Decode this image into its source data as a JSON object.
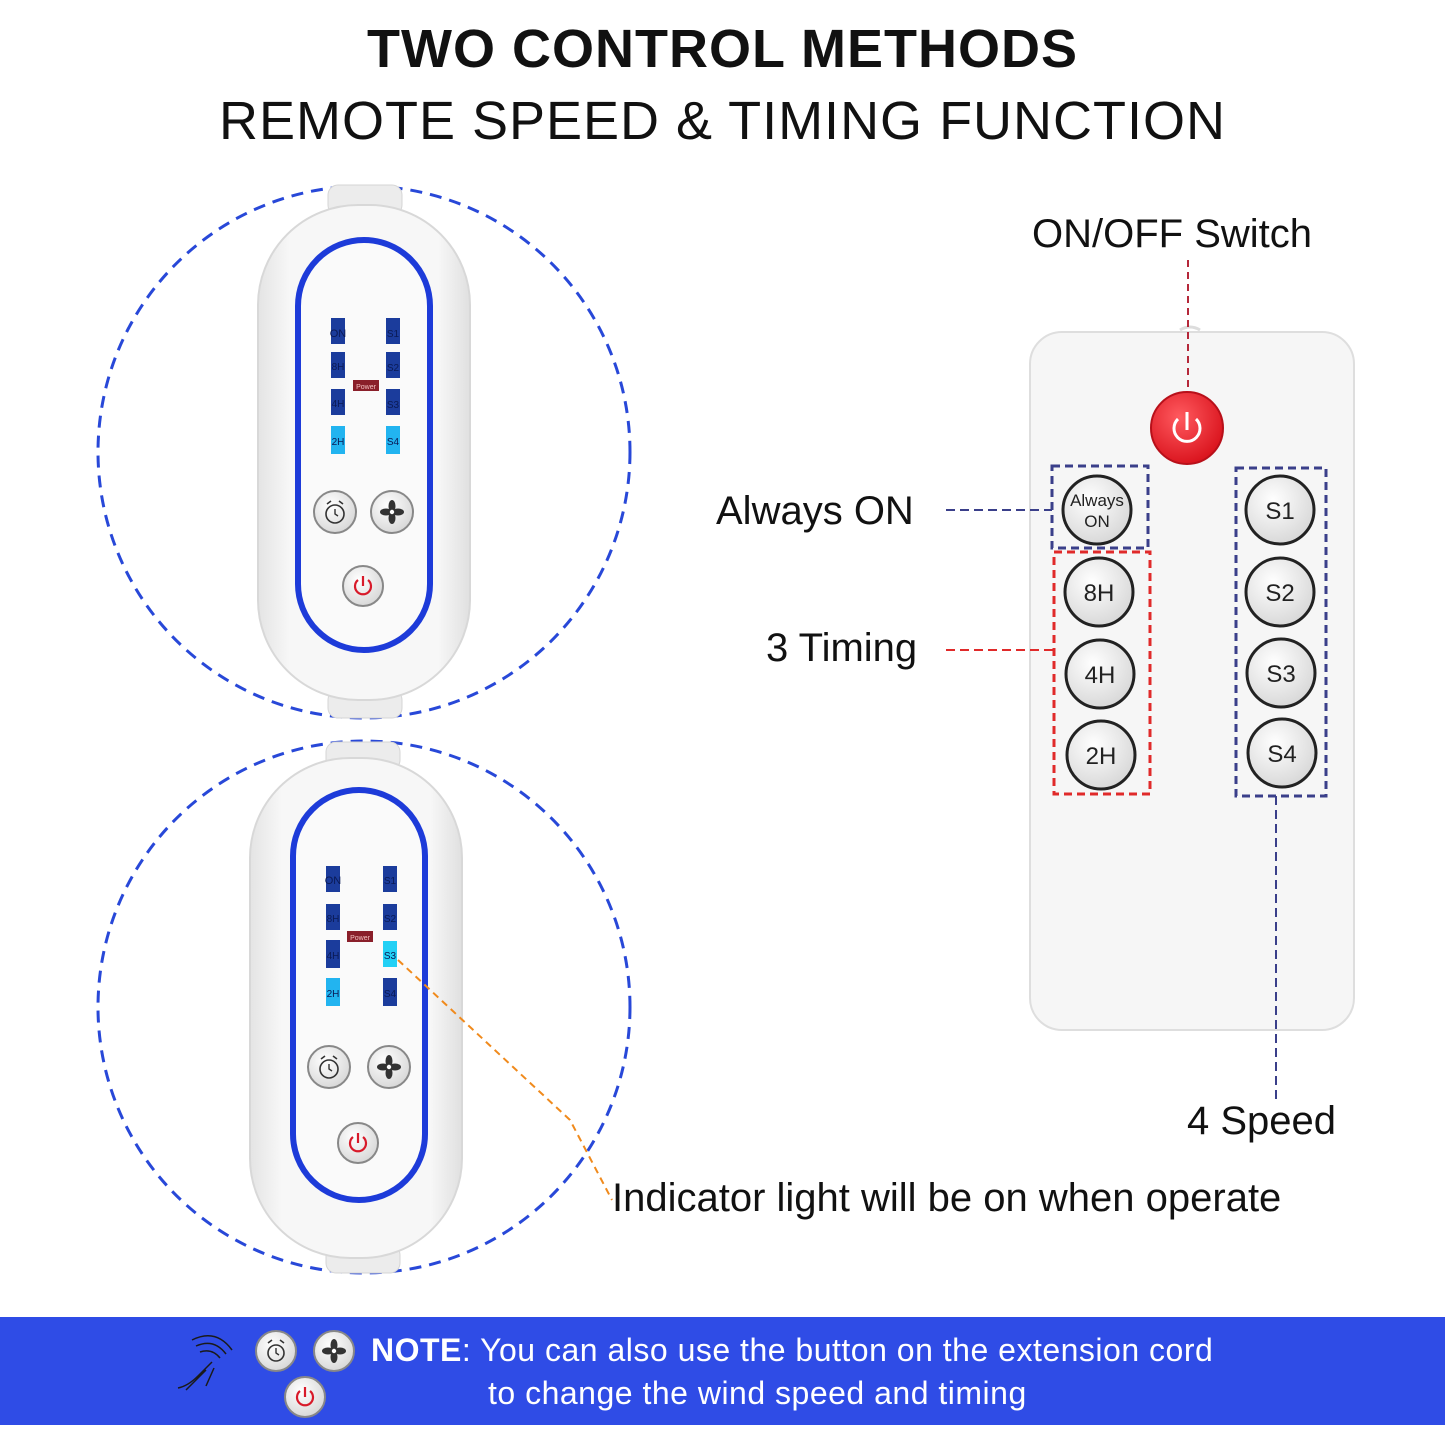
{
  "header": {
    "title": "TWO CONTROL METHODS",
    "subtitle": "REMOTE SPEED & TIMING FUNCTION"
  },
  "callouts": {
    "on_off": "ON/OFF Switch",
    "always_on": "Always ON",
    "timing": "3 Timing",
    "speed": "4 Speed",
    "indicator": "Indicator light will be on when operate"
  },
  "remote": {
    "always_on_line1": "Always",
    "always_on_line2": "ON",
    "timer_buttons": [
      "8H",
      "4H",
      "2H"
    ],
    "speed_buttons": [
      "S1",
      "S2",
      "S3",
      "S4"
    ]
  },
  "controller": {
    "left_indicators": [
      "ON",
      "8H",
      "4H",
      "2H"
    ],
    "right_indicators": [
      "S1",
      "S2",
      "S3",
      "S4"
    ],
    "power_tag": "Power"
  },
  "note": {
    "label": "NOTE",
    "line1": ": You can also use the button on the extension cord",
    "line2": "to change the wind speed and timing"
  },
  "colors": {
    "accent_blue": "#2f4ce6",
    "circle_dash": "#2848d8",
    "timing_red": "#e02a2a",
    "speed_navy": "#3a3f8a",
    "indicator_orange": "#f08a1c",
    "power_red": "#e8202a"
  }
}
